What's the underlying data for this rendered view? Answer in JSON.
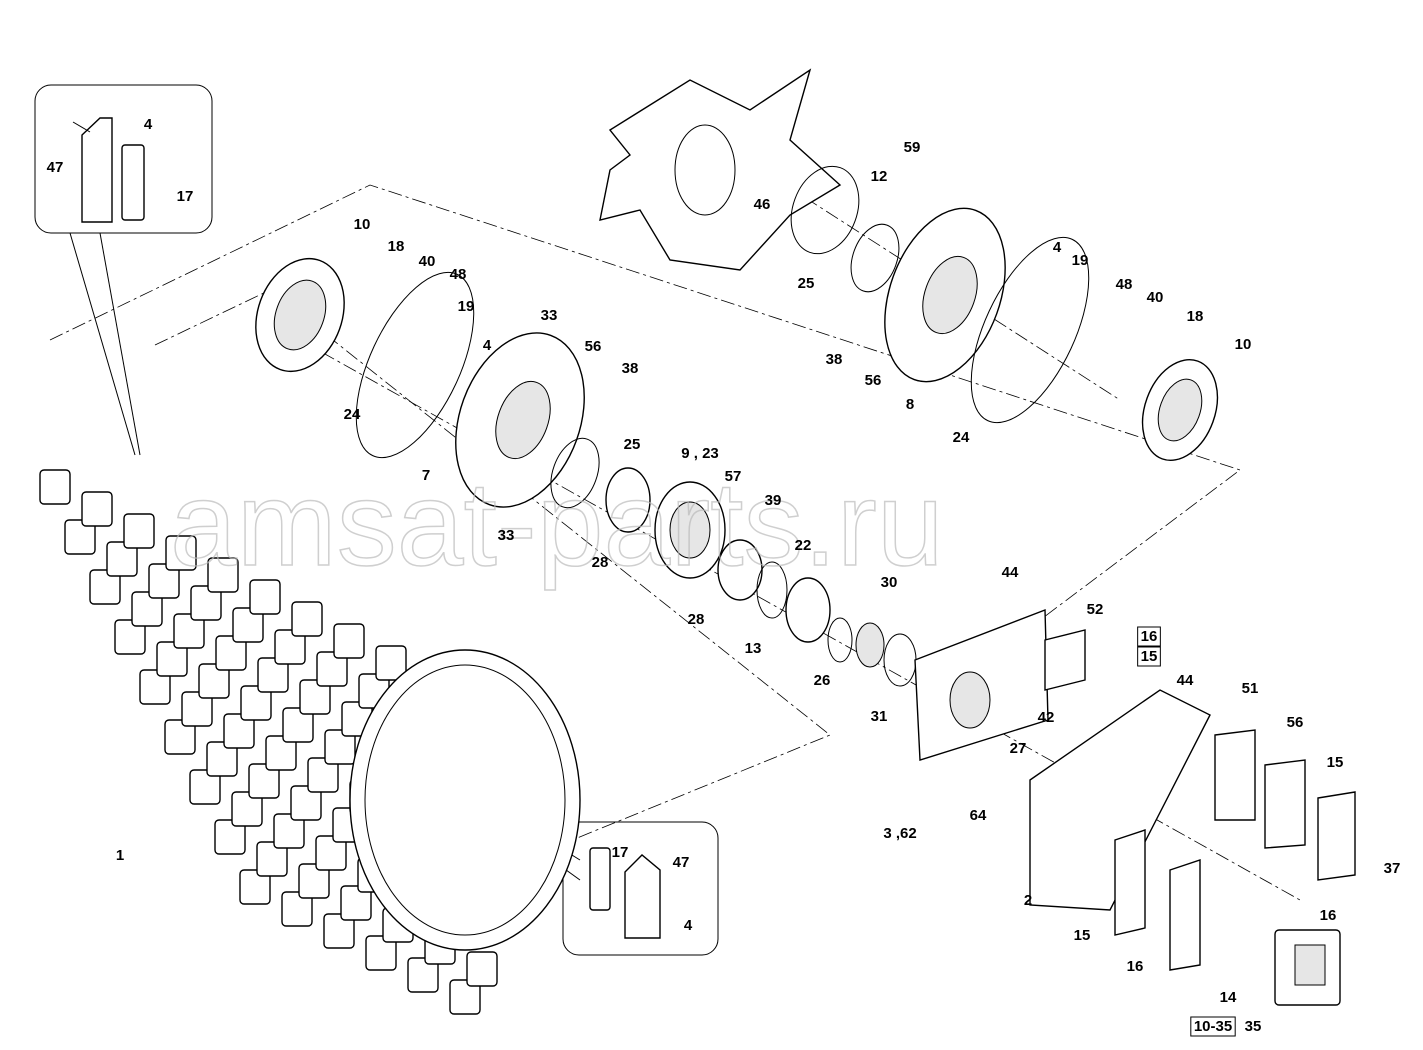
{
  "watermark": "amsat-parts.ru",
  "labels": [
    "47",
    "4",
    "17",
    "10",
    "18",
    "40",
    "48",
    "19",
    "4",
    "33",
    "56",
    "38",
    "24",
    "25",
    "7",
    "9 , 23",
    "57",
    "39",
    "33",
    "28",
    "22",
    "28",
    "13",
    "30",
    "26",
    "31",
    "44",
    "52",
    "16",
    "15",
    "44",
    "51",
    "56",
    "42",
    "27",
    "64",
    "3 ,62",
    "15",
    "37",
    "16",
    "2",
    "15",
    "16",
    "14",
    "10-35",
    "35",
    "1",
    "17",
    "47",
    "4",
    "59",
    "12",
    "46",
    "25",
    "4",
    "19",
    "48",
    "40",
    "18",
    "10",
    "38",
    "56",
    "8",
    "24"
  ]
}
